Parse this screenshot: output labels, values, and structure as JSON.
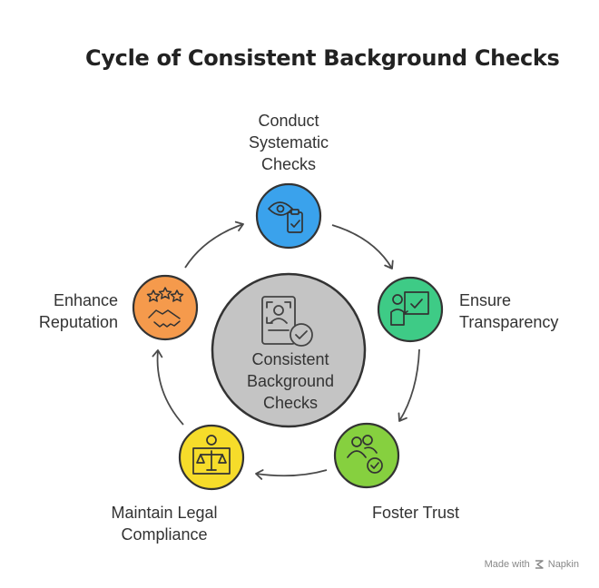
{
  "title": "Cycle of Consistent Background Checks",
  "center": {
    "lines": [
      "Consistent",
      "Background",
      "Checks"
    ],
    "icon": "profile-document-check-icon",
    "color": "#c4c4c4"
  },
  "steps": [
    {
      "lines": [
        "Conduct",
        "Systematic",
        "Checks"
      ],
      "icon": "eye-clipboard-check-icon",
      "color": "#3aa2ec"
    },
    {
      "lines": [
        "Ensure",
        "Transparency"
      ],
      "icon": "presenter-board-check-icon",
      "color": "#3ecb86"
    },
    {
      "lines": [
        "Foster Trust"
      ],
      "icon": "people-check-icon",
      "color": "#86d03f"
    },
    {
      "lines": [
        "Maintain Legal",
        "Compliance"
      ],
      "icon": "scales-of-justice-icon",
      "color": "#f6dc2a"
    },
    {
      "lines": [
        "Enhance",
        "Reputation"
      ],
      "icon": "stars-handshake-icon",
      "color": "#f59a4c"
    }
  ],
  "footer": {
    "made_with": "Made with",
    "brand": "Napkin"
  }
}
